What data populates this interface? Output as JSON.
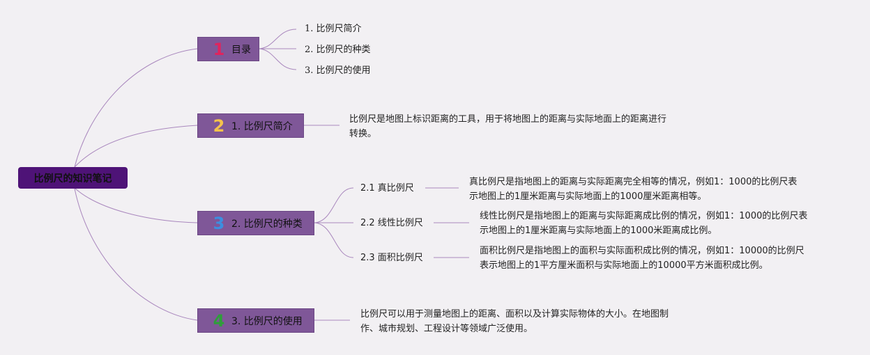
{
  "root": {
    "label": "比例尺的知识笔记"
  },
  "topics": [
    {
      "number": "1",
      "label": "目录"
    },
    {
      "number": "2",
      "label": "1. 比例尺简介"
    },
    {
      "number": "3",
      "label": "2. 比例尺的种类"
    },
    {
      "number": "4",
      "label": "3. 比例尺的使用"
    }
  ],
  "toc_items": [
    "1. 比例尺简介",
    "2. 比例尺的种类",
    "3. 比例尺的使用"
  ],
  "intro": {
    "line1": "比例尺是地图上标识距离的工具，用于将地图上的距离与实际地面上的距离进行",
    "line2": "转换。"
  },
  "types": [
    {
      "label": "2.1 真比例尺",
      "line1": "真比例尺是指地图上的距离与实际距离完全相等的情况，例如1：1000的比例尺表",
      "line2": "示地图上的1厘米距离与实际地面上的1000厘米距离相等。"
    },
    {
      "label": "2.2 线性比例尺",
      "line1": "线性比例尺是指地图上的距离与实际距离成比例的情况，例如1：1000的比例尺表",
      "line2": "示地图上的1厘米距离与实际地面上的1000米距离成比例。"
    },
    {
      "label": "2.3 面积比例尺",
      "line1": "面积比例尺是指地图上的面积与实际面积成比例的情况，例如1：10000的比例尺",
      "line2": "表示地图上的1平方厘米面积与实际地面上的10000平方米面积成比例。"
    }
  ],
  "usage": {
    "line1": "比例尺可以用于测量地图上的距离、面积以及计算实际物体的大小。在地图制",
    "line2": "作、城市规划、工程设计等领域广泛使用。"
  },
  "colors": {
    "background": "#f2f0f3",
    "root_fill": "#4e1377",
    "topic_fill": "#7f5798",
    "connector": "#a987bd"
  }
}
